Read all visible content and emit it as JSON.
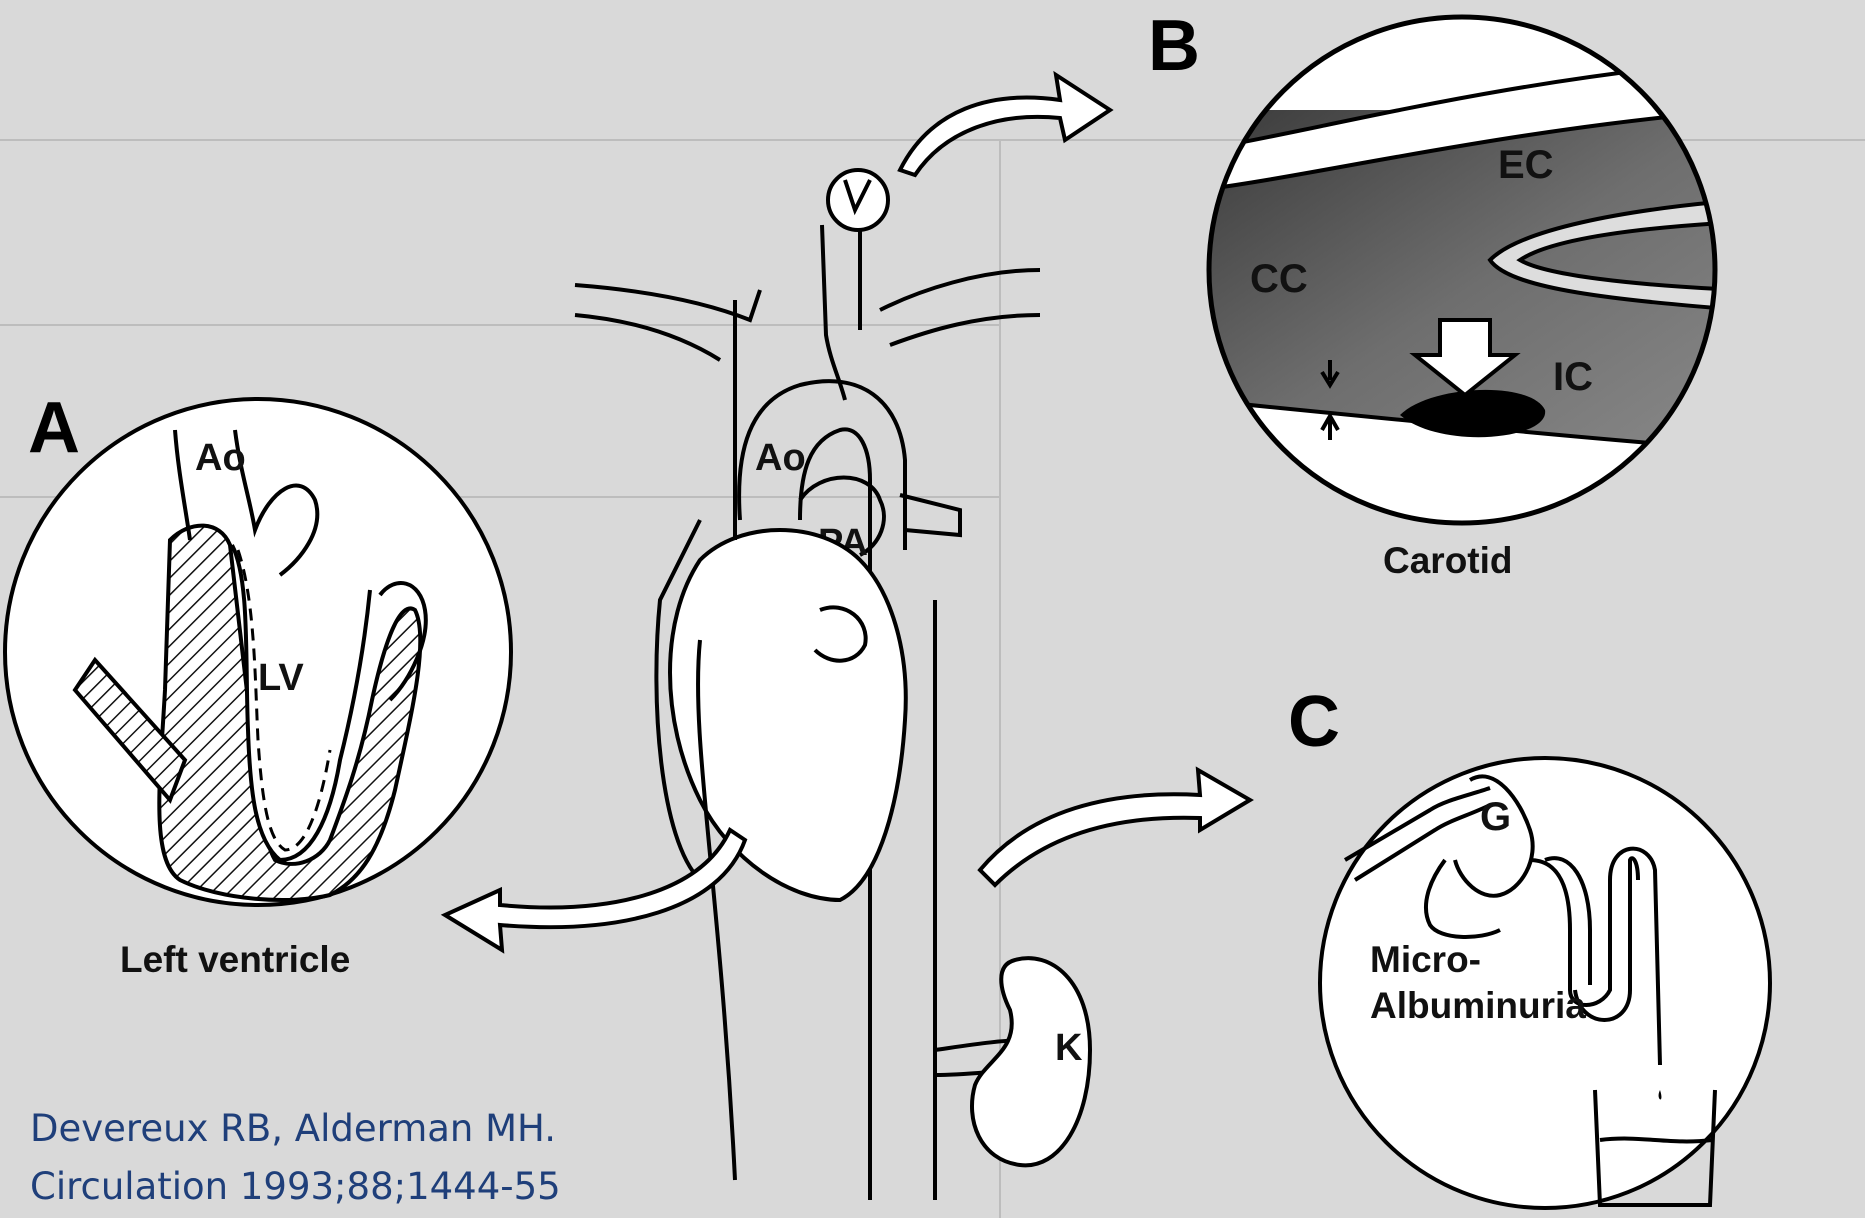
{
  "panels": {
    "a": {
      "letter": "A",
      "caption": "Left ventricle",
      "labels": {
        "aorta": "Ao",
        "ventricle": "LV"
      }
    },
    "b": {
      "letter": "B",
      "caption": "Carotid",
      "labels": {
        "external": "EC",
        "common": "CC",
        "internal": "IC"
      }
    },
    "c": {
      "letter": "C",
      "caption_line1": "Micro-",
      "caption_line2": "Albuminuria",
      "labels": {
        "glomerulus": "G"
      }
    }
  },
  "heart": {
    "labels": {
      "aorta": "Ao",
      "pulmonary_artery": "PA",
      "kidney": "K"
    }
  },
  "citation": {
    "line1": "Devereux RB, Alderman MH.",
    "line2": "Circulation 1993;88;1444-55"
  }
}
